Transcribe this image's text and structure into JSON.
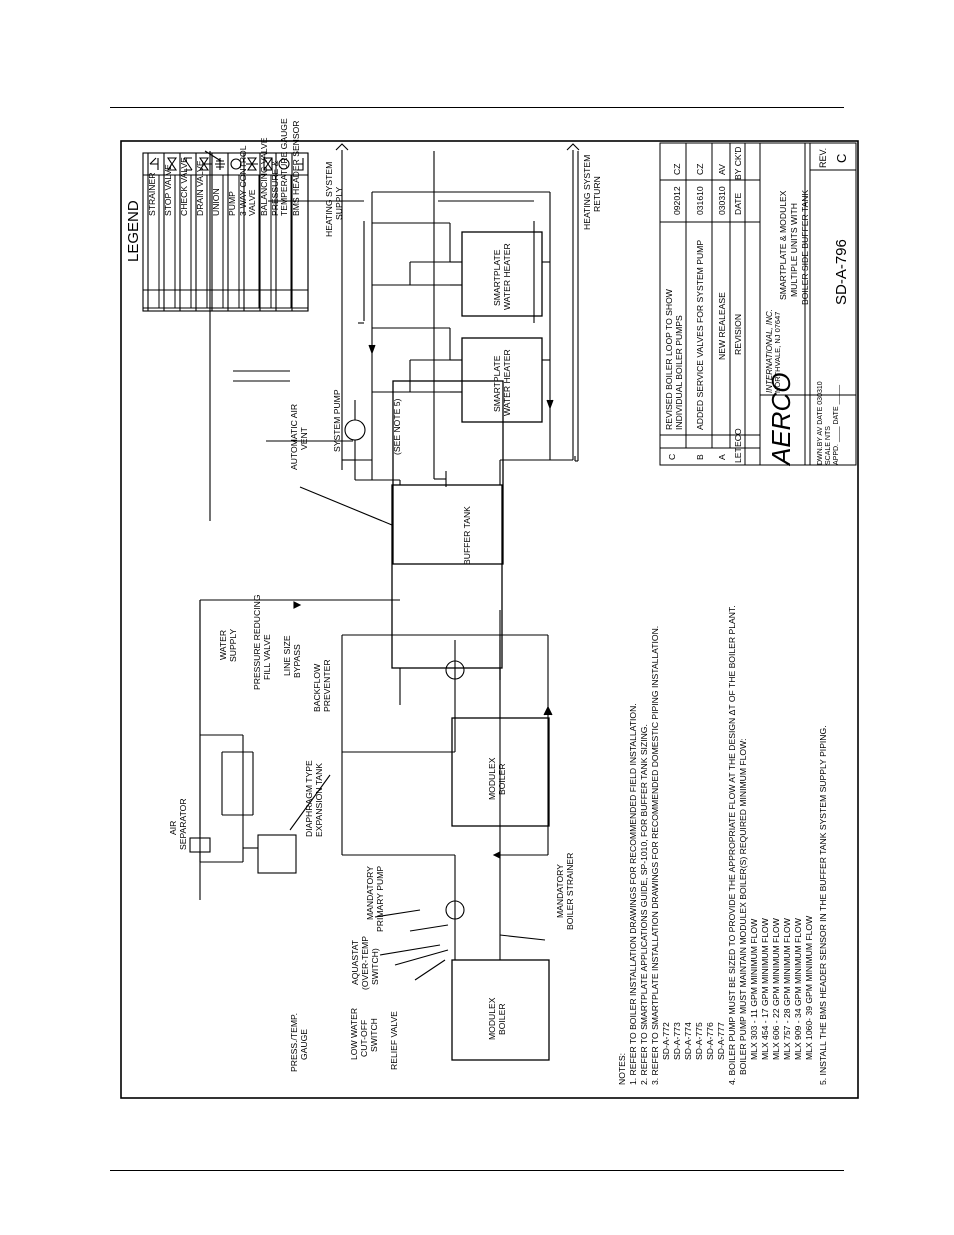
{
  "legend": {
    "title": "LEGEND",
    "items": [
      {
        "label": "STRAINER",
        "icon": "strainer-icon"
      },
      {
        "label": "STOP VALVE",
        "icon": "stop-valve-icon"
      },
      {
        "label": "CHECK VALVE",
        "icon": "check-valve-icon"
      },
      {
        "label": "DRAIN VALVE",
        "icon": "drain-valve-icon"
      },
      {
        "label": "UNION",
        "icon": "union-icon"
      },
      {
        "label": "PUMP",
        "icon": "pump-icon"
      },
      {
        "label": "3-WAY CONTROL",
        "label2": "VALVE",
        "icon": "three-way-valve-icon"
      },
      {
        "label": "BALANCING VALVE",
        "icon": "balancing-valve-icon"
      },
      {
        "label": "PRESSURE &",
        "label2": "TEMPERATURE GAUGE",
        "icon": "pt-gauge-icon"
      },
      {
        "label": "BMS HEADER SENSOR",
        "icon": "bms-sensor-icon"
      }
    ]
  },
  "labels": {
    "heating_supply_1": "HEATING SYSTEM",
    "heating_supply_2": "SUPPLY",
    "heating_return_1": "HEATING SYSTEM",
    "heating_return_2": "RETURN",
    "smartplate_1_a": "SMARTPLATE",
    "smartplate_1_b": "WATER HEATER",
    "smartplate_2_a": "SMARTPLATE",
    "smartplate_2_b": "WATER HEATER",
    "auto_air_vent_1": "AUTOMATIC AIR",
    "auto_air_vent_2": "VENT",
    "system_pump": "SYSTEM PUMP",
    "see_note_5": "(SEE NOTE 5)",
    "buffer_tank": "BUFFER TANK",
    "water_supply_1": "WATER",
    "water_supply_2": "SUPPLY",
    "prv_1": "PRESSURE REDUCING",
    "prv_2": "FILL VALVE",
    "bypass_1": "LINE SIZE",
    "bypass_2": "BYPASS",
    "backflow_1": "BACKFLOW",
    "backflow_2": "PREVENTER",
    "diaphragm_1": "DIAPHRAGM TYPE",
    "diaphragm_2": "EXPANSION TANK",
    "air_sep_1": "AIR",
    "air_sep_2": "SEPARATOR",
    "modulex_1_a": "MODULEX",
    "modulex_1_b": "BOILER",
    "modulex_2_a": "MODULEX",
    "modulex_2_b": "BOILER",
    "primary_pump_1": "MANDATORY",
    "primary_pump_2": "PRIMARY PUMP",
    "boiler_strainer_1": "MANDATORY",
    "boiler_strainer_2": "BOILER STRAINER",
    "aquastat_1": "AQUASTAT",
    "aquastat_2": "(OVER-TEMP",
    "aquastat_3": "SWITCH)",
    "press_temp_1": "PRESS./TEMP.",
    "press_temp_2": "GAUGE",
    "lwco_1": "LOW WATER",
    "lwco_2": "CUT-OFF",
    "lwco_3": "SWITCH",
    "relief_valve": "RELIEF VALVE"
  },
  "notes": [
    "NOTES:",
    "1. REFER TO BOILER INSTALLATION DRAWINGS FOR RECOMMENDED FIELD INSTALLATION.",
    "2. REFER TO SMARTPLATE APPLICATIONS GUIDE, SP-1010, FOR BUFFER TANK SIZING.",
    "3. REFER TO SMARTPLATE INSTALLATION DRAWINGS FOR RECOMMENDED DOMESTIC PIPING INSTALLATION.",
    "SD-A-772",
    "SD-A-773",
    "SD-A-774",
    "SD-A-775",
    "SD-A-776",
    "SD-A-777",
    "4. BOILER PUMP MUST BE SIZED TO PROVIDE THE APPROPRIATE FLOW AT THE DESIGN ΔT OF THE BOILER PLANT.",
    "BOILER PUMP MUST MAINTAIN MODULEX BOILER(S) REQUIRED MINIMUM FLOW:",
    "MLX 303 - 11 GPM MINIMUM FLOW",
    "MLX 454 - 17 GPM MINIMUM FLOW",
    "MLX 606 - 22 GPM MINIMUM FLOW",
    "MLX 757 - 28 GPM MINIMUM FLOW",
    "MLX 909 - 34 GPM MINIMUM FLOW",
    "MLX 1060- 39 GPM MINIMUM FLOW",
    "5. INSTALL THE BMS HEADER SENSOR IN THE BUFFER TANK SYSTEM SUPPLY PIPING."
  ],
  "revisions": {
    "rows": [
      {
        "let": "C",
        "text1": "REVISED BOILER LOOP TO SHOW",
        "text2": "INDIVIDUAL BOILER PUMPS",
        "date": "092012",
        "by": "CZ"
      },
      {
        "let": "B",
        "text1": "ADDED SERVICE VALVES FOR SYSTEM PUMP",
        "text2": "",
        "date": "031610",
        "by": "CZ"
      },
      {
        "let": "A",
        "text1": "NEW REALEASE",
        "text2": "",
        "date": "030310",
        "by": "AV"
      }
    ],
    "header": {
      "let": "LET",
      "eco": "ECO",
      "revision": "REVISION",
      "date": "DATE",
      "by": "BY CK'D"
    }
  },
  "title_block": {
    "company": "AERCO",
    "company_suffix": "INTERNATIONAL, INC.",
    "city": "NORTHVALE, NJ   07647",
    "title_1": "SMARTPLATE  &  MODULEX",
    "title_2": "MULTIPLE  UNITS  WITH",
    "title_3": "BOILER  SIDE  BUFFER  TANK",
    "dwn_by": "DWN.BY  AV   DATE  030310",
    "scale": "SCALE  NTS",
    "appd": "APPD.  ____  DATE  _____",
    "drawing_no": "SD-A-796",
    "rev_label": "REV.",
    "rev": "C"
  }
}
